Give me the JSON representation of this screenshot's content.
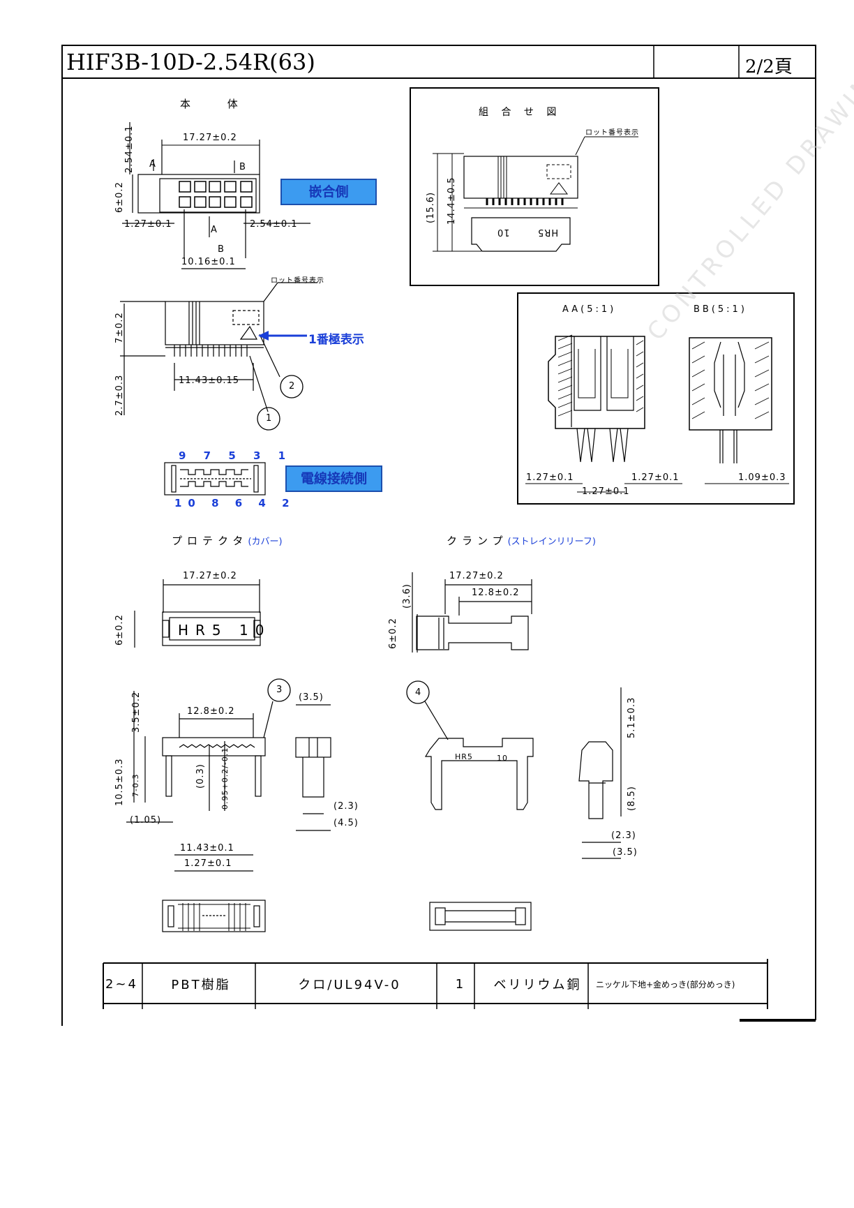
{
  "header": {
    "part_number": "HIF3B-10D-2.54R(63)",
    "page": "2/2頁"
  },
  "body_view": {
    "title": "本 体",
    "dims": {
      "width": "17.27±0.2",
      "top": "2.54±0.1",
      "height": "6±0.2",
      "left": "1.27±0.1",
      "right": "2.54±0.1",
      "pitch_span": "10.16±0.1"
    },
    "section_marks": {
      "a": "A",
      "b": "B"
    },
    "label_mating": "嵌合側"
  },
  "side_view": {
    "lot_label": "ロット番号表示",
    "dims": {
      "height": "7±0.2",
      "pin": "2.7±0.3",
      "span": "11.43±0.15"
    },
    "callout_pin1": "1番極表示",
    "balloons": [
      "1",
      "2"
    ]
  },
  "pin_view": {
    "top_numbers": "9 7 5 3 1",
    "bottom_numbers": "10 8 6 4 2",
    "label_wire": "電線接続側"
  },
  "assembly": {
    "title": "組 合 せ 図",
    "lot_label": "ロット番号表示",
    "dims": {
      "overall": "(15.6)",
      "body": "14.4±0.5"
    },
    "marks": {
      "count": "10",
      "brand": "HR5"
    }
  },
  "sections": {
    "aa": "AA(5:1)",
    "bb": "BB(5:1)",
    "dims": {
      "left_pitch": "1.27±0.1",
      "right_pitch": "1.27±0.1",
      "center_pitch": "1.27±0.1",
      "bb_width": "1.09±0.3"
    }
  },
  "protector": {
    "title": "プロテクタ",
    "title_sub": "(カバー)",
    "dims": {
      "width": "17.27±0.2",
      "height": "6±0.2",
      "top": "3.5±0.2",
      "span": "12.8±0.2",
      "body": "10.5±0.3",
      "leg": "7-0.3",
      "depth": "(0.3)",
      "thick": "0.95+0.2/-0.1",
      "foot": "(1.05)",
      "side_top": "(3.5)",
      "side_a": "(2.3)",
      "side_b": "(4.5)",
      "bottom_span": "11.43±0.1",
      "bottom_pitch": "1.27±0.1"
    },
    "marks": {
      "brand": "HR5",
      "count": "10"
    },
    "balloon": "3"
  },
  "clamp": {
    "title": "クランプ",
    "title_sub": "(ストレインリリーフ)",
    "dims": {
      "width": "17.27±0.2",
      "inner": "12.8±0.2",
      "top": "(3.6)",
      "height": "6±0.2",
      "side_height": "5.1±0.3",
      "side_leg": "(8.5)",
      "side_a": "(2.3)",
      "side_b": "(3.5)"
    },
    "marks": {
      "brand": "HR5",
      "count": "10"
    },
    "balloon": "4"
  },
  "parts_table": {
    "row": [
      "2~4",
      "PBT樹脂",
      "クロ/UL94V-0",
      "1",
      "ベリリウム銅",
      "ニッケル下地+金めっき(部分めっき)"
    ]
  },
  "watermark": "CONTROLLED DRAWING"
}
